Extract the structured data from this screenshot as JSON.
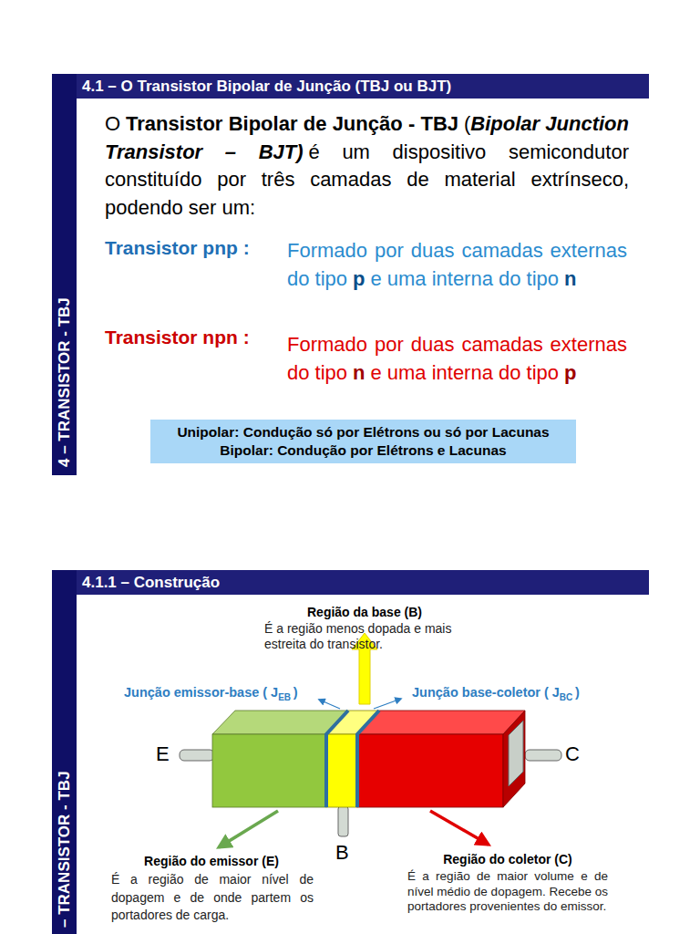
{
  "diagram": {
    "nodes": [
      {
        "text": [
          "4.1 – O Transistor Bipolar de Junção (TBJ ou BJT)"
        ]
      },
      {
        "text": [
          "4 – TRANSISTOR - TBJ"
        ]
      },
      {
        "text": [
          "Unipolar: Condução só por Elétrons ou só por Lacunas",
          "Bipolar: Condução por Elétrons e Lacunas"
        ]
      },
      {
        "text": [
          "4.1.1 – Construção"
        ]
      },
      {
        "text": [
          "– TRANSISTOR - TBJ"
        ]
      }
    ],
    "labels": [
      "O",
      "Transistor Bipolar de Junção - TBJ",
      "(",
      "Bipolar Junction Transistor – BJT)",
      "é um dispositivo semicondutor constituído por três camadas de material extrínseco, podendo ser um:",
      "Transistor pnp :",
      "Formado por duas camadas externas do tipo",
      "p",
      "e uma interna do tipo",
      "n",
      "Transistor npn :",
      "Formado por duas camadas externas do tipo",
      "n",
      "e uma interna do tipo",
      "p",
      "Região da base (B)",
      "É a região menos dopada e mais estreita do transistor.",
      "Junção emissor-base (",
      "J",
      "EB",
      ")",
      "Junção base-coletor (",
      "J",
      "BC",
      ")",
      "E",
      "C",
      "B",
      "Região do emissor (E)",
      "É a região de maior nível de dopagem e de onde partem os portadores de carga.",
      "Região do coletor (C)",
      "É a região de maior volume e de nível médio de dopagem. Recebe os portadores provenientes do emissor."
    ]
  }
}
